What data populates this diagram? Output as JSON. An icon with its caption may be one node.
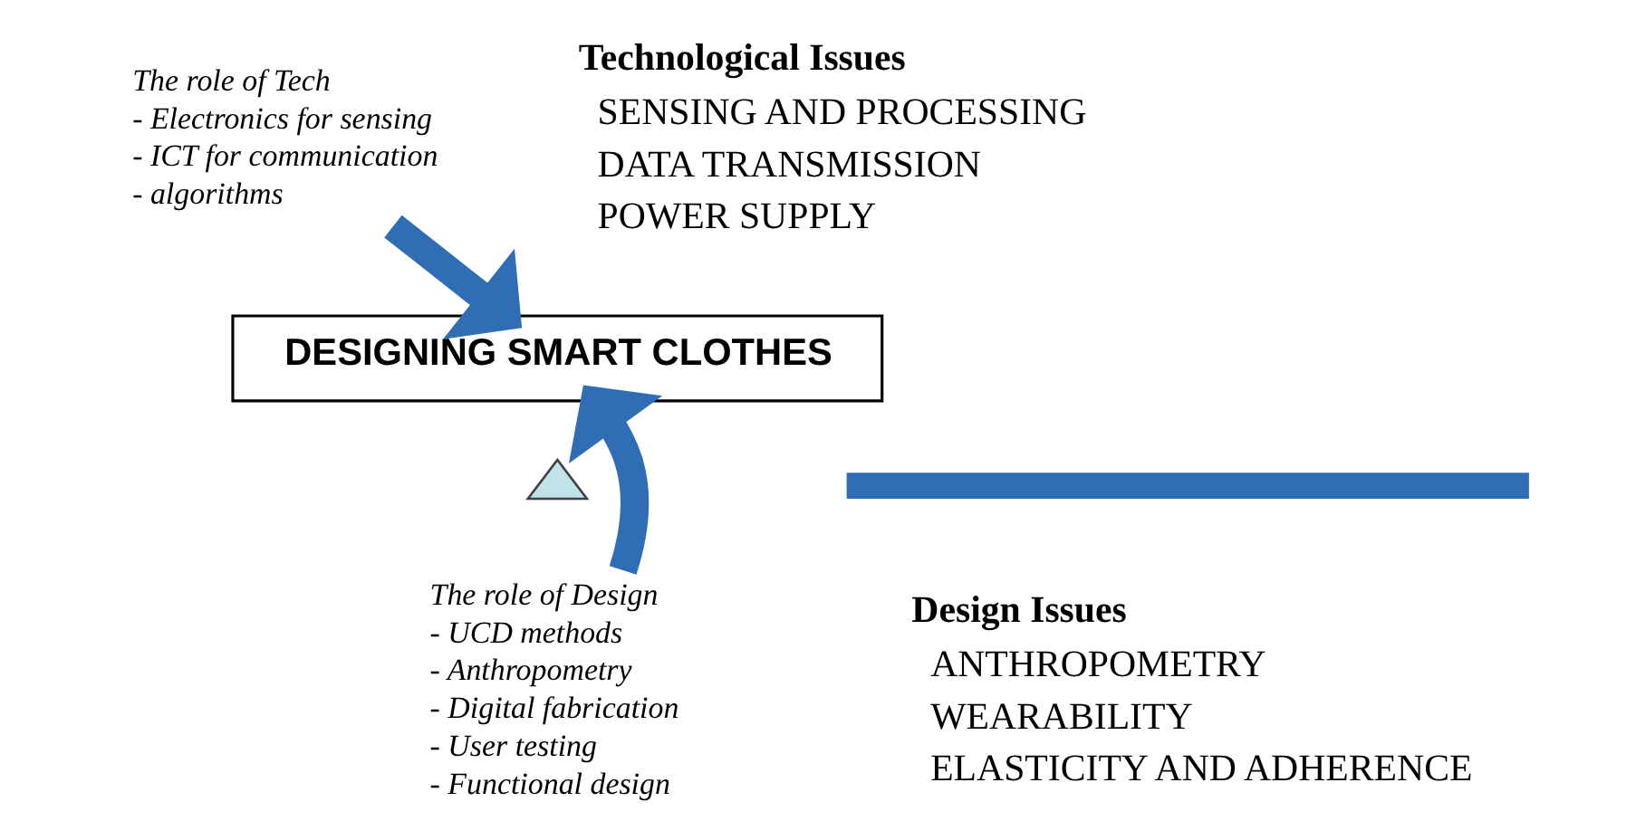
{
  "diagram": {
    "nodes": [
      {
        "text": [
          "The role of Tech",
          "- Electronics for sensing",
          "- ICT for communication",
          "- algorithms"
        ]
      },
      {
        "text": [],
        "shape": "bar"
      },
      {
        "text": [
          "DESIGNING SMART CLOTHES"
        ]
      },
      {
        "text": [],
        "shape": "triangle"
      },
      {
        "text": [
          "The role of Design",
          "- UCD methods",
          "- Anthropometry",
          "- Digital fabrication",
          "- User testing",
          "- Functional design"
        ]
      }
    ],
    "edges": [
      {
        "from": 0,
        "to": 2,
        "arrow": "to"
      },
      {
        "from": 4,
        "to": 2,
        "arrow": "to"
      }
    ],
    "labels": [
      "Technological Issues",
      "SENSING AND PROCESSING",
      "DATA TRANSMISSION",
      "POWER SUPPLY",
      "Design Issues",
      "ANTHROPOMETRY",
      "WEARABILITY",
      "ELASTICITY AND ADHERENCE"
    ]
  }
}
